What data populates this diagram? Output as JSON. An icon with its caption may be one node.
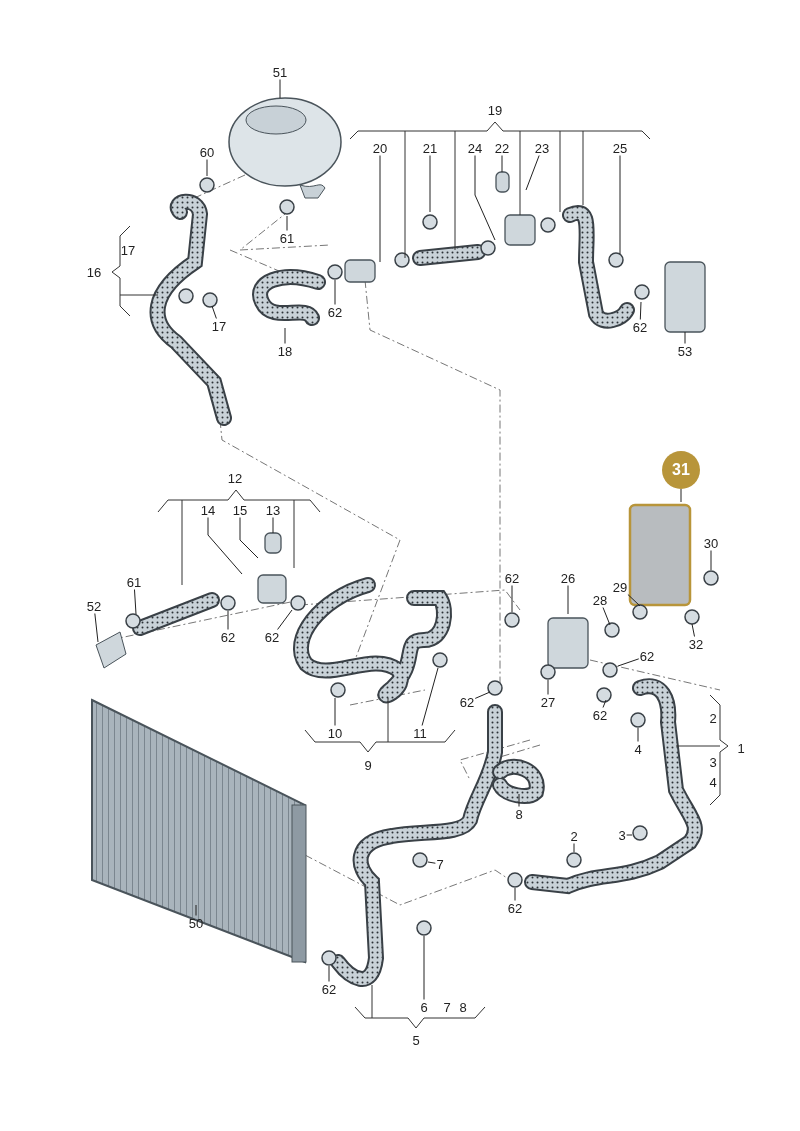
{
  "diagram": {
    "nodes": [
      {
        "text": [
          "51"
        ]
      },
      {
        "text": [
          "60"
        ]
      },
      {
        "text": [
          "20"
        ]
      },
      {
        "text": [
          "21"
        ]
      },
      {
        "text": [
          "24"
        ]
      },
      {
        "text": [
          "22"
        ]
      },
      {
        "text": [
          "23"
        ]
      },
      {
        "text": [
          "25"
        ]
      },
      {
        "text": [
          "61"
        ]
      },
      {
        "text": [
          "17"
        ]
      },
      {
        "text": [
          "62"
        ]
      },
      {
        "text": [
          "62"
        ]
      },
      {
        "text": [
          "18"
        ]
      },
      {
        "text": [
          "53"
        ]
      },
      {
        "text": [
          "31"
        ]
      },
      {
        "text": [
          "14"
        ]
      },
      {
        "text": [
          "15"
        ]
      },
      {
        "text": [
          "13"
        ]
      },
      {
        "text": [
          "30"
        ]
      },
      {
        "text": [
          "62"
        ]
      },
      {
        "text": [
          "26"
        ]
      },
      {
        "text": [
          "61"
        ]
      },
      {
        "text": [
          "28"
        ]
      },
      {
        "text": [
          "29"
        ]
      },
      {
        "text": [
          "52"
        ]
      },
      {
        "text": [
          "62"
        ]
      },
      {
        "text": [
          "62"
        ]
      },
      {
        "text": [
          "32"
        ]
      },
      {
        "text": [
          "62"
        ]
      },
      {
        "text": [
          "62"
        ]
      },
      {
        "text": [
          "27"
        ]
      },
      {
        "text": [
          "62"
        ]
      },
      {
        "text": [
          "10"
        ]
      },
      {
        "text": [
          "11"
        ]
      },
      {
        "text": [
          "4"
        ]
      },
      {
        "text": [
          "8"
        ]
      },
      {
        "text": [
          "3"
        ]
      },
      {
        "text": [
          "2"
        ]
      },
      {
        "text": [
          "7"
        ]
      },
      {
        "text": [
          "62"
        ]
      },
      {
        "text": [
          "50"
        ]
      },
      {
        "text": [
          "62"
        ]
      },
      {
        "text": [
          "6"
        ]
      }
    ],
    "edges": [
      {
        "from": 0,
        "to": null,
        "arrow": "none"
      },
      {
        "from": 1,
        "to": null,
        "arrow": "none"
      },
      {
        "from": 2,
        "to": null,
        "arrow": "none"
      },
      {
        "from": 3,
        "to": null,
        "arrow": "none"
      },
      {
        "from": 4,
        "to": null,
        "arrow": "none"
      },
      {
        "from": 5,
        "to": null,
        "arrow": "none"
      },
      {
        "from": 6,
        "to": null,
        "arrow": "none"
      },
      {
        "from": 7,
        "to": null,
        "arrow": "none"
      },
      {
        "from": 8,
        "to": null,
        "arrow": "none"
      },
      {
        "from": 9,
        "to": null,
        "arrow": "none"
      },
      {
        "from": 10,
        "to": null,
        "arrow": "none"
      },
      {
        "from": 11,
        "to": null,
        "arrow": "none"
      },
      {
        "from": 12,
        "to": null,
        "arrow": "none"
      },
      {
        "from": 13,
        "to": null,
        "arrow": "none"
      },
      {
        "from": 14,
        "to": null,
        "arrow": "none"
      },
      {
        "from": 15,
        "to": null,
        "arrow": "none"
      },
      {
        "from": 16,
        "to": null,
        "arrow": "none"
      },
      {
        "from": 17,
        "to": null,
        "arrow": "none"
      },
      {
        "from": 18,
        "to": null,
        "arrow": "none"
      },
      {
        "from": 19,
        "to": null,
        "arrow": "none"
      },
      {
        "from": 20,
        "to": null,
        "arrow": "none"
      },
      {
        "from": 21,
        "to": null,
        "arrow": "none"
      },
      {
        "from": 22,
        "to": null,
        "arrow": "none"
      },
      {
        "from": 23,
        "to": null,
        "arrow": "none"
      },
      {
        "from": 24,
        "to": null,
        "arrow": "none"
      },
      {
        "from": 25,
        "to": null,
        "arrow": "none"
      },
      {
        "from": 26,
        "to": null,
        "arrow": "none"
      },
      {
        "from": 27,
        "to": null,
        "arrow": "none"
      },
      {
        "from": 28,
        "to": null,
        "arrow": "none"
      },
      {
        "from": 29,
        "to": null,
        "arrow": "none"
      },
      {
        "from": 30,
        "to": null,
        "arrow": "none"
      },
      {
        "from": 31,
        "to": null,
        "arrow": "none"
      },
      {
        "from": 32,
        "to": null,
        "arrow": "none"
      },
      {
        "from": 33,
        "to": null,
        "arrow": "none"
      },
      {
        "from": 34,
        "to": null,
        "arrow": "none"
      },
      {
        "from": 35,
        "to": null,
        "arrow": "none"
      },
      {
        "from": 36,
        "to": null,
        "arrow": "none"
      },
      {
        "from": 37,
        "to": null,
        "arrow": "none"
      },
      {
        "from": 38,
        "to": null,
        "arrow": "none"
      },
      {
        "from": 39,
        "to": null,
        "arrow": "none"
      },
      {
        "from": 40,
        "to": null,
        "arrow": "none"
      },
      {
        "from": 41,
        "to": null,
        "arrow": "none"
      },
      {
        "from": 42,
        "to": null,
        "arrow": "none"
      }
    ],
    "labels": [
      "19",
      "17",
      "16",
      "12",
      "2",
      "1",
      "3",
      "9",
      "4",
      "7",
      "8",
      "5"
    ]
  }
}
